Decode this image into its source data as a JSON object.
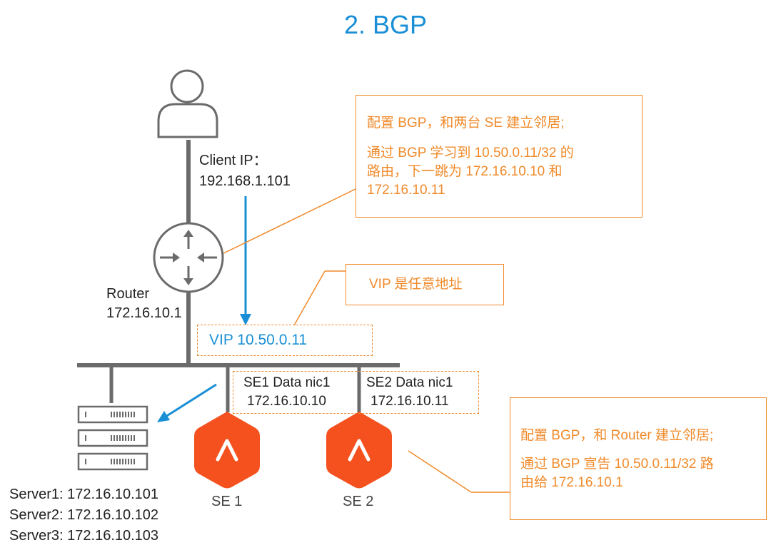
{
  "title": "2. BGP",
  "client": {
    "label_line1": "Client IP：",
    "label_line2": "192.168.1.101",
    "icon": "user-icon"
  },
  "router": {
    "label_line1": "Router",
    "label_line2": "172.16.10.1",
    "icon": "router-icon"
  },
  "vip": {
    "label": "VIP 10.50.0.11",
    "note": "VIP 是任意地址"
  },
  "se1": {
    "nic_line1": "SE1 Data nic1",
    "nic_line2": "172.16.10.10",
    "name": "SE 1",
    "icon": "service-engine-icon"
  },
  "se2": {
    "nic_line1": "SE2 Data nic1",
    "nic_line2": "172.16.10.11",
    "name": "SE 2",
    "icon": "service-engine-icon"
  },
  "servers": [
    {
      "label": "Server1: 172.16.10.101"
    },
    {
      "label": "Server2: 172.16.10.102"
    },
    {
      "label": "Server3: 172.16.10.103"
    }
  ],
  "router_note": {
    "line1": "配置 BGP，和两台 SE 建立邻居;",
    "line2": "通过 BGP 学习到 10.50.0.11/32  的",
    "line3": "路由，下一跳为 172.16.10.10 和",
    "line4": "172.16.10.11"
  },
  "se_note": {
    "line1": "配置 BGP，和 Router 建立邻居;",
    "line2": "通过 BGP 宣告 10.50.0.11/32 路",
    "line3": "由给 172.16.10.1"
  },
  "colors": {
    "accent_blue": "#1a8fd6",
    "accent_orange": "#f08a2a",
    "se_red": "#f4511e",
    "line_gray": "#6b6b6b"
  }
}
